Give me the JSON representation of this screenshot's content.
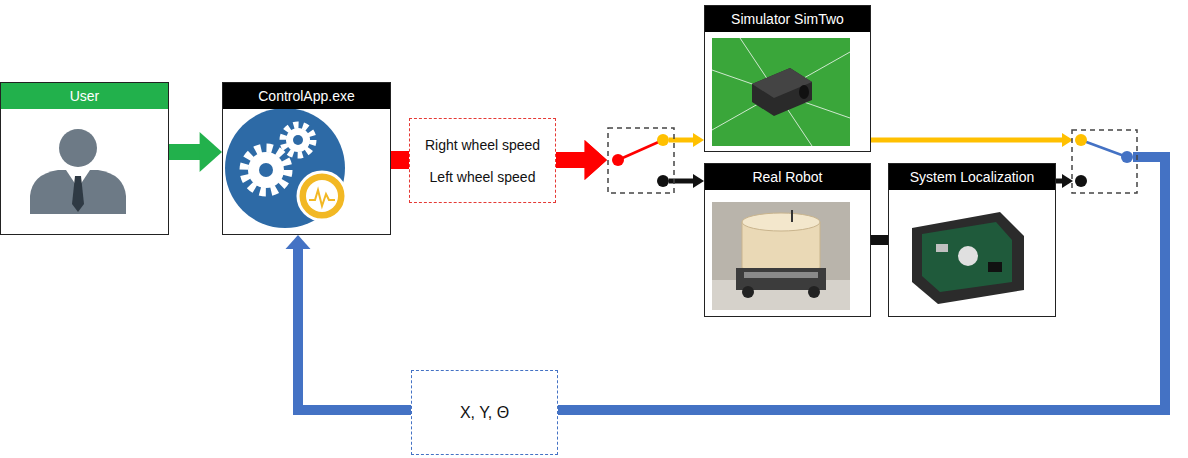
{
  "diagram": {
    "nodes": [
      {
        "text": [
          "User"
        ]
      },
      {
        "text": [
          "ControlApp.exe"
        ]
      },
      {
        "text": [
          "Right wheel speed",
          "Left wheel speed"
        ]
      },
      {
        "text": [
          "Simulator SimTwo"
        ]
      },
      {
        "text": [
          "Real Robot"
        ]
      },
      {
        "text": [
          "System Localization"
        ]
      },
      {
        "text": [
          "X, Y, Θ"
        ]
      }
    ],
    "edges": [
      {
        "from": 0,
        "to": 1,
        "arrow": "to"
      },
      {
        "from": 1,
        "to": 2,
        "arrow": "none"
      },
      {
        "from": 2,
        "to": 3,
        "arrow": "to"
      },
      {
        "from": 2,
        "to": 4,
        "arrow": "to"
      },
      {
        "from": 4,
        "to": 5,
        "arrow": "none"
      },
      {
        "from": 3,
        "to": 6,
        "arrow": "none"
      },
      {
        "from": 5,
        "to": 6,
        "arrow": "none"
      },
      {
        "from": 6,
        "to": 1,
        "arrow": "to"
      }
    ]
  }
}
